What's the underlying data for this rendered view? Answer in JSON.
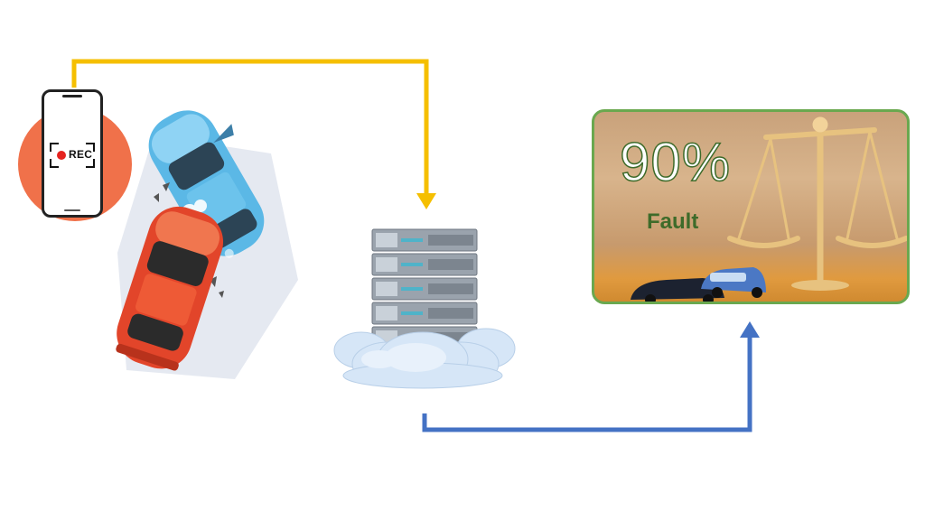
{
  "recorder": {
    "label": "REC",
    "icon": "record-icon"
  },
  "verdict": {
    "percent": "90%",
    "label": "Fault"
  },
  "colors": {
    "upload_arrow": "#f5bf00",
    "result_arrow": "#4472c4",
    "card_border": "#6aa84f",
    "rec_circle": "#f0714a"
  },
  "icons": [
    "smartphone-icon",
    "record-icon",
    "car-crash-illustration",
    "server-rack-icon",
    "cloud-icon",
    "scales-of-justice-icon",
    "toy-cars-icon"
  ]
}
